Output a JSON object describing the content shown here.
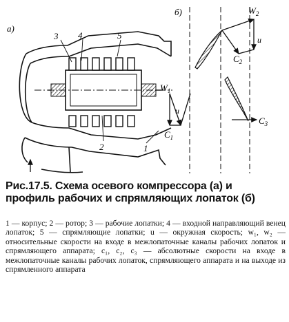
{
  "figure": {
    "panel_a": "а)",
    "panel_b": "б)",
    "labels": {
      "n1": "1",
      "n2": "2",
      "n3": "3",
      "n4": "4",
      "n5": "5",
      "w1": "W",
      "w1_sub": "1",
      "u1": "u",
      "c1": "C",
      "c1_sub": "1",
      "w2": "W",
      "w2_sub": "2",
      "u2": "u",
      "c2": "C",
      "c2_sub": "2",
      "c3": "C",
      "c3_sub": "3"
    }
  },
  "caption": "Рис.17.5. Схема осевого компрессора (а) и профиль рабочих и спрямляющих лопаток (б)",
  "legend": "1 — корпус; 2 — ротор; 3 — рабочие лопатки; 4 — входной направляющий венец лопаток; 5 — спрямляющие лопатки; u — окружная скорость; w₁, w₂ — относительные скорости на входе в межлопаточные каналы рабочих лопаток и спрямляющего аппарата; c₁, c₂, c₃ — абсолютные скорости на входе в межлопаточные каналы рабочих лопаток, спрямляющего аппарата и на выходе из спрямленного аппарата"
}
